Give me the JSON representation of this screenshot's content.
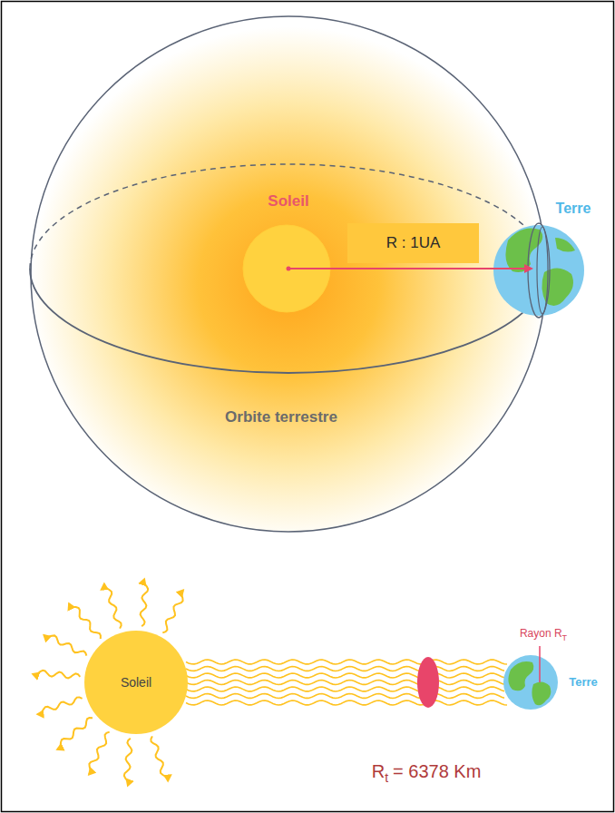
{
  "diagram": {
    "nodes": [
      {
        "text": [
          "R : 1UA"
        ]
      },
      {
        "text": [
          "Soleil"
        ]
      }
    ],
    "labels": [
      "Soleil",
      "Terre",
      "Orbite terrestre",
      "Rayon R",
      "T",
      "Terre",
      "R",
      "t",
      "= 6378 Km"
    ]
  }
}
